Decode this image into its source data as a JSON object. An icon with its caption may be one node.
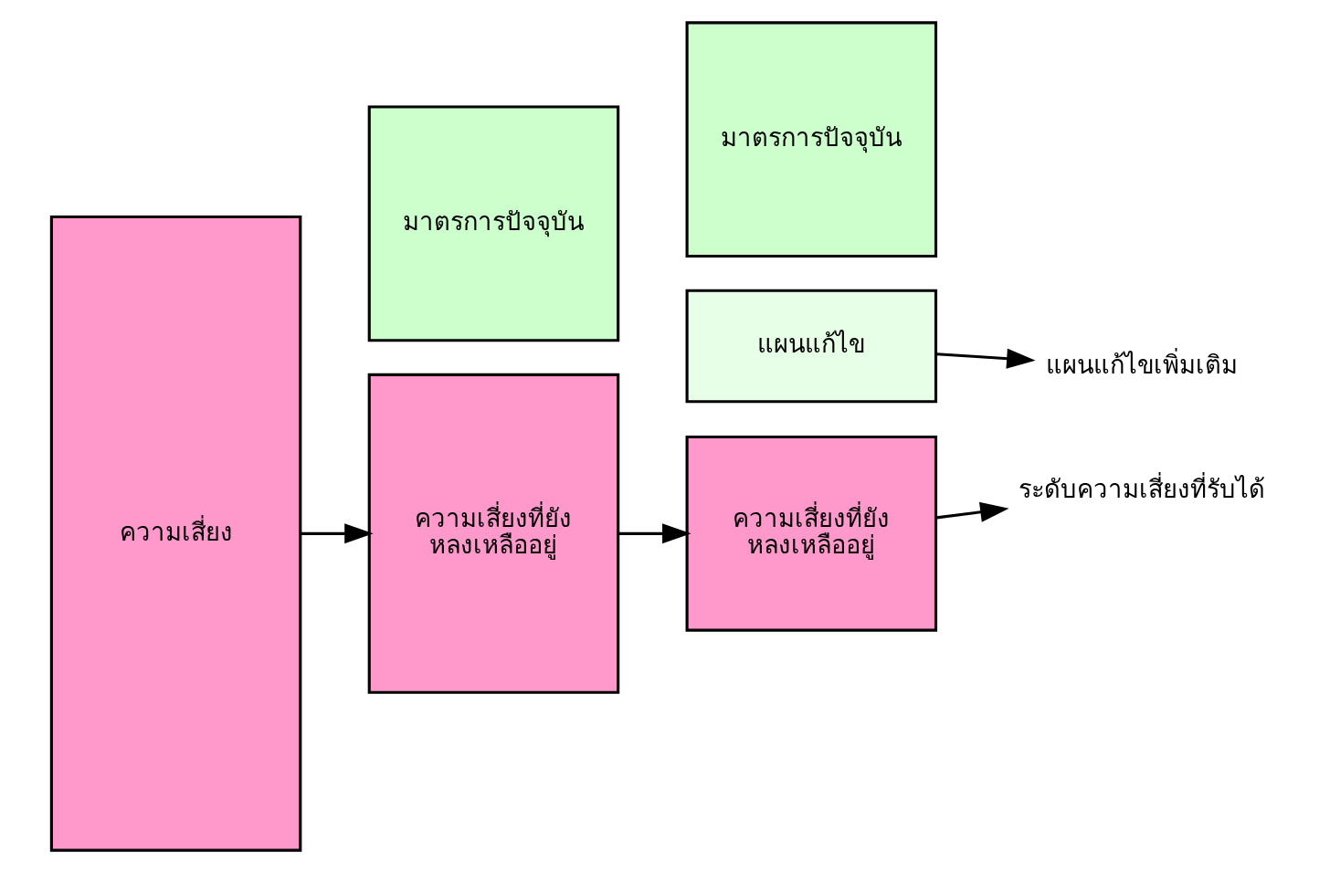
{
  "diagram": {
    "nodes": [
      {
        "text": [
          "ความเสี่ยง"
        ]
      },
      {
        "text": [
          "มาตรการปัจจุบัน"
        ]
      },
      {
        "text": [
          "ความเสี่ยงที่ยังหลงเหลืออยู่"
        ]
      },
      {
        "text": [
          "มาตรการปัจจุบัน"
        ]
      },
      {
        "text": [
          "แผนแก้ไข"
        ]
      },
      {
        "text": [
          "ความเสี่ยงที่ยังหลงเหลืออยู่"
        ]
      },
      {
        "text": [
          "แผนแก้ไขเพิ่มเติม"
        ]
      },
      {
        "text": [
          "ระดับความเสี่ยงที่รับได้"
        ]
      }
    ],
    "edges": [
      {
        "from": 0,
        "to": 2,
        "arrow": "to"
      },
      {
        "from": 2,
        "to": 5,
        "arrow": "to"
      },
      {
        "from": 4,
        "to": 6,
        "arrow": "to"
      },
      {
        "from": 5,
        "to": 7,
        "arrow": "to"
      }
    ]
  }
}
